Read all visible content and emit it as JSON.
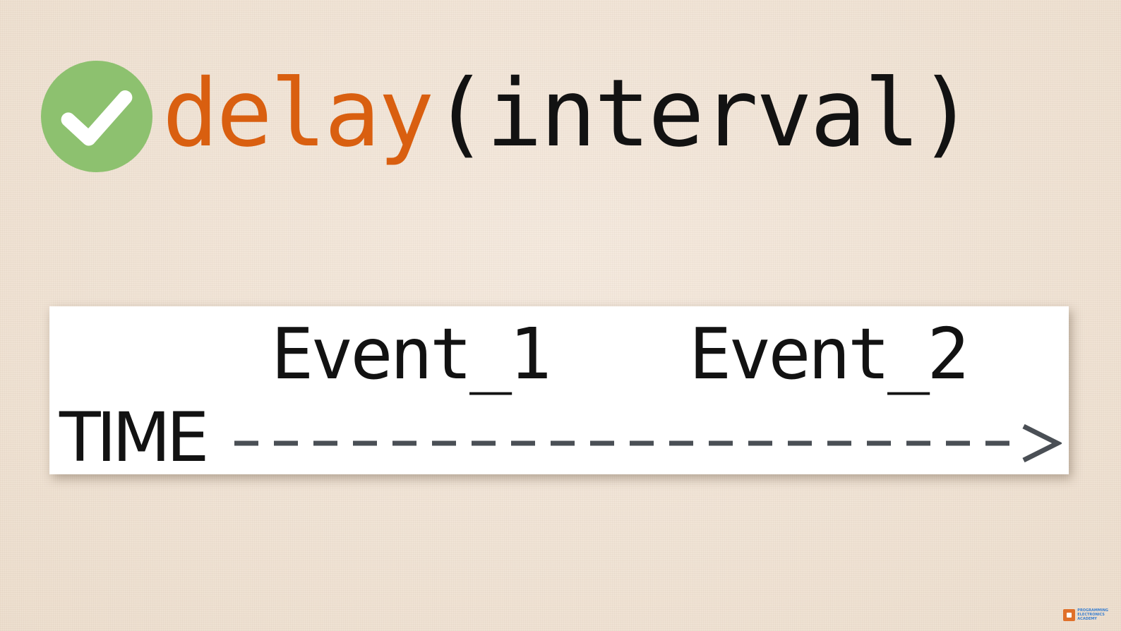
{
  "title": {
    "function_name": "delay",
    "arguments": "(interval)",
    "check_icon": "check-circle-icon",
    "colors": {
      "function_name": "#d95f10",
      "arguments": "#121212",
      "check_badge": "#8dc16f"
    }
  },
  "timeline": {
    "events": [
      {
        "label": "Event_1"
      },
      {
        "label": "Event_2"
      }
    ],
    "axis_label": "TIME",
    "arrow_icon": "dashed-arrow-icon",
    "arrow_color": "#4a4f55"
  },
  "watermark": {
    "icon": "logo-icon",
    "line1": "Programming",
    "line2": "Electronics",
    "line3": "Academy"
  }
}
